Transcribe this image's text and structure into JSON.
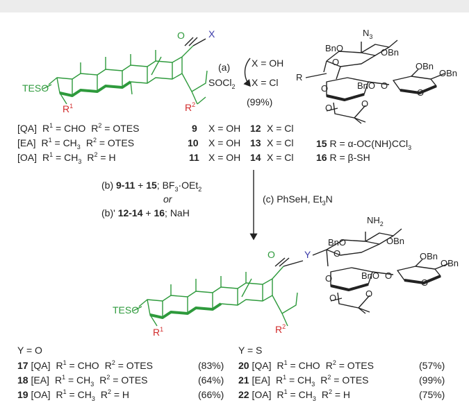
{
  "colors": {
    "green": "#2e9a3c",
    "blue": "#3a3aa8",
    "red": "#d12a2a",
    "band": "#ececec"
  },
  "top": {
    "tes": "TESO",
    "r1": "R",
    "r1sup": "1",
    "r2": "R",
    "r2sup": "2",
    "carbonyl_o": "O",
    "x": "X",
    "step_a": "(a)",
    "x_oh": "X = OH",
    "socl2": "SOCl",
    "socl2_sub": "2",
    "x_cl": "X = Cl",
    "yield": "(99%)",
    "rows": [
      {
        "tag": "[QA]",
        "r1": "R",
        "r1sup": "1",
        "r1val": " = CHO",
        "r2": "R",
        "r2sup": "2",
        "r2val": " = OTES",
        "c1": "9",
        "x1": "X = OH",
        "c2": "12",
        "x2": "X = Cl"
      },
      {
        "tag": "[EA]",
        "r1": "R",
        "r1sup": "1",
        "r1val": " = CH",
        "r1sub": "3",
        "r2": "R",
        "r2sup": "2",
        "r2val": " = OTES",
        "c1": "10",
        "x1": "X = OH",
        "c2": "13",
        "x2": "X = Cl"
      },
      {
        "tag": "[OA]",
        "r1": "R",
        "r1sup": "1",
        "r1val": " = CH",
        "r1sub": "3",
        "r2": "R",
        "r2sup": "2",
        "r2val": " = H",
        "c1": "11",
        "x1": "X = OH",
        "c2": "14",
        "x2": "X = Cl"
      }
    ]
  },
  "donor": {
    "n3": "N",
    "n3sub": "3",
    "bno1": "BnO",
    "obn1": "OBn",
    "r": "R",
    "bno2": "BnO",
    "obn2": "OBn",
    "obn3": "OBn",
    "o_labels": [
      "O",
      "O",
      "O",
      "O",
      "O",
      "O"
    ],
    "c15": "15",
    "c15text": " R = α-OC(NH)CCl",
    "c15sub": "3",
    "c16": "16",
    "c16text": " R = β-SH"
  },
  "conditions": {
    "b": "(b) ",
    "b_bold": "9-11",
    "b_mid": " + ",
    "b_bold2": "15",
    "b_end": "; BF",
    "b_sub": "3",
    "b_end2": "·OEt",
    "b_sub2": "2",
    "or": "or",
    "bp": "(b)' ",
    "bp_bold": "12-14",
    "bp_mid": " + ",
    "bp_bold2": "16",
    "bp_end": "; NaH",
    "c": "(c)  PhSeH, Et",
    "c_sub": "3",
    "c_end": "N"
  },
  "product": {
    "tes": "TESO",
    "r1": "R",
    "r1sup": "1",
    "r2": "R",
    "r2sup": "2",
    "o": "O",
    "y": "Y",
    "nh2": "NH",
    "nh2sub": "2",
    "bno1": "BnO",
    "obn1": "OBn",
    "bno2": "BnO",
    "obn2": "OBn",
    "obn3": "OBn",
    "o_labels": [
      "O",
      "O",
      "O",
      "O",
      "O",
      "O"
    ]
  },
  "results": {
    "left_header": "Y = O",
    "right_header": "Y = S",
    "left": [
      {
        "num": "17",
        "tag": " [QA]",
        "r1sup": "1",
        "r1val": " = CHO",
        "r1sub": "",
        "r2sup": "2",
        "r2val": " = OTES",
        "yield": "(83%)"
      },
      {
        "num": "18",
        "tag": " [EA]",
        "r1sup": "1",
        "r1val": " = CH",
        "r1sub": "3",
        "r2sup": "2",
        "r2val": " = OTES",
        "yield": "(64%)"
      },
      {
        "num": "19",
        "tag": " [OA]",
        "r1sup": "1",
        "r1val": " = CH",
        "r1sub": "3",
        "r2sup": "2",
        "r2val": " = H",
        "yield": "(66%)"
      }
    ],
    "right": [
      {
        "num": "20",
        "tag": " [QA]",
        "r1sup": "1",
        "r1val": " = CHO",
        "r1sub": "",
        "r2sup": "2",
        "r2val": " = OTES",
        "yield": "(57%)"
      },
      {
        "num": "21",
        "tag": " [EA]",
        "r1sup": "1",
        "r1val": " = CH",
        "r1sub": "3",
        "r2sup": "2",
        "r2val": " = OTES",
        "yield": "(99%)"
      },
      {
        "num": "22",
        "tag": " [OA]",
        "r1sup": "1",
        "r1val": " = CH",
        "r1sub": "3",
        "r2sup": "2",
        "r2val": " = H",
        "yield": "(75%)"
      }
    ],
    "r_letter": "R"
  }
}
